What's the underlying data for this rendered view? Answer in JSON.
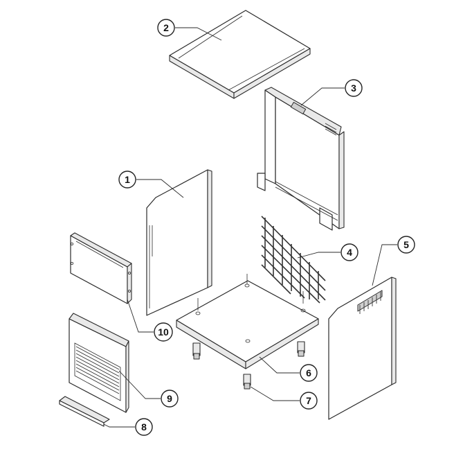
{
  "diagram": {
    "background": "#ffffff",
    "line_color": "#2a2a2a",
    "callouts": [
      {
        "id": "1",
        "label": "1"
      },
      {
        "id": "2",
        "label": "2"
      },
      {
        "id": "3",
        "label": "3"
      },
      {
        "id": "4",
        "label": "4"
      },
      {
        "id": "5",
        "label": "5"
      },
      {
        "id": "6",
        "label": "6"
      },
      {
        "id": "7",
        "label": "7"
      },
      {
        "id": "8",
        "label": "8"
      },
      {
        "id": "9",
        "label": "9"
      },
      {
        "id": "10",
        "label": "10"
      }
    ]
  }
}
